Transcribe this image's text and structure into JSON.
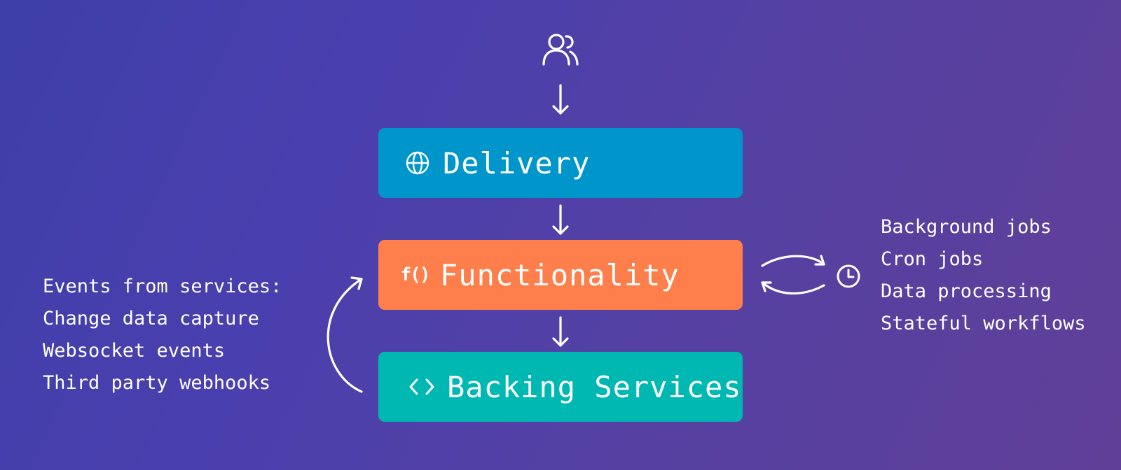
{
  "icons": {
    "users": "users-icon",
    "delivery": "globe-icon",
    "functionality": "function-icon",
    "backing": "code-brackets-icon",
    "scheduler": "clock-icon"
  },
  "colors": {
    "delivery": "#0096cb",
    "functionality": "#fe7f4b",
    "backing": "#00b8b2",
    "text": "#ffffff"
  },
  "layers": {
    "delivery": {
      "label": "Delivery"
    },
    "functionality": {
      "label": "Functionality",
      "icon_text": "f()"
    },
    "backing": {
      "label": "Backing Services"
    }
  },
  "left_notes": {
    "items": [
      "Events from services:",
      "Change data capture",
      "Websocket events",
      "Third party webhooks"
    ]
  },
  "right_notes": {
    "items": [
      "Background jobs",
      "Cron jobs",
      "Data processing",
      "Stateful workflows"
    ]
  }
}
